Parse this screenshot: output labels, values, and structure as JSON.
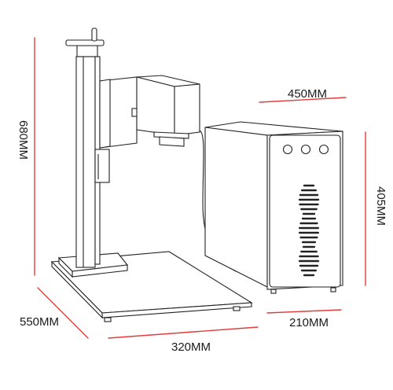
{
  "dimensions": {
    "height_label": "680MM",
    "depth_label": "550MM",
    "width_label": "320MM",
    "head_label": "450MM",
    "cabinet_height_label": "405MM",
    "cabinet_width_label": "210MM"
  },
  "colors": {
    "dimension_line": "#e23b3b",
    "outline": "#222222"
  }
}
